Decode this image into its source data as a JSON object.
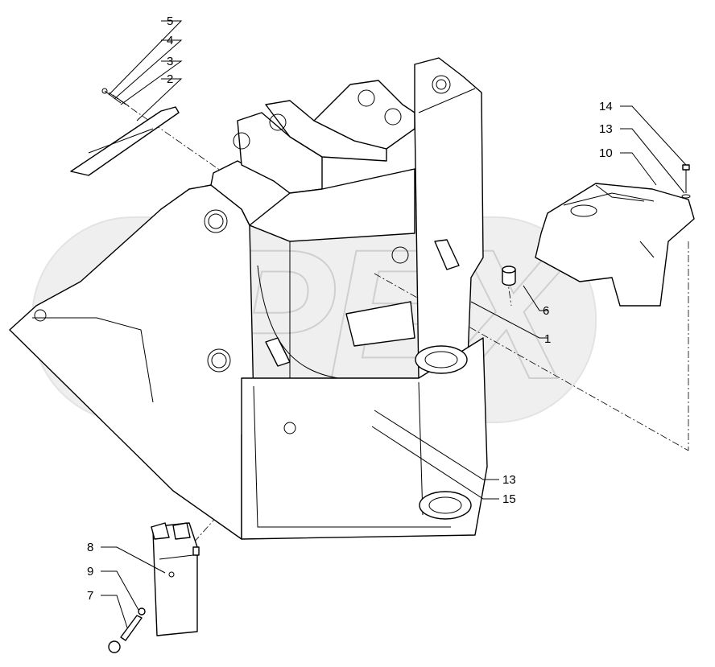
{
  "diagram": {
    "watermark": "OPEX",
    "callouts": [
      {
        "id": "c5",
        "text": "5"
      },
      {
        "id": "c4",
        "text": "4"
      },
      {
        "id": "c3",
        "text": "3"
      },
      {
        "id": "c2",
        "text": "2"
      },
      {
        "id": "c14",
        "text": "14"
      },
      {
        "id": "c13a",
        "text": "13"
      },
      {
        "id": "c10",
        "text": "10"
      },
      {
        "id": "c6",
        "text": "6"
      },
      {
        "id": "c1",
        "text": "1"
      },
      {
        "id": "c13b",
        "text": "13"
      },
      {
        "id": "c15",
        "text": "15"
      },
      {
        "id": "c8",
        "text": "8"
      },
      {
        "id": "c9",
        "text": "9"
      },
      {
        "id": "c7",
        "text": "7"
      }
    ]
  }
}
